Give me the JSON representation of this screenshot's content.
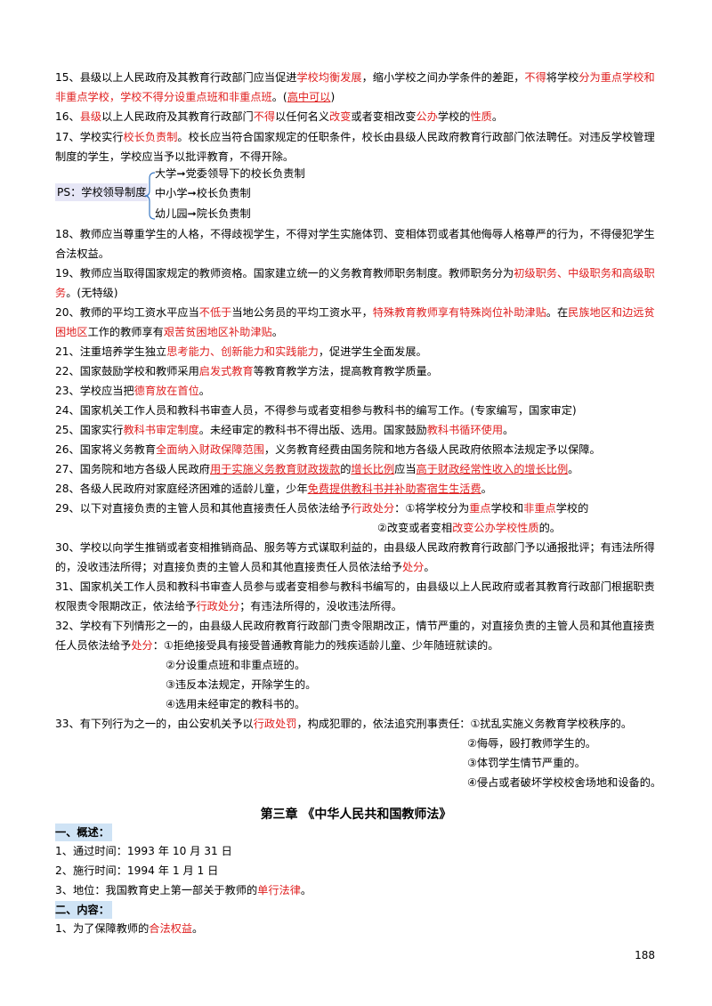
{
  "items": {
    "i15": {
      "l1a": "15、县级以上人民政府及其教育行政部门应当促进",
      "l1b": "学校均衡发展",
      "l1c": "，缩小学校之间办学条件的差距，",
      "l1d": "不得",
      "l1e": "将学校",
      "l1f": "分为重点学校和",
      "l2a": "非重点学校，学校不得分设重点班和非重点班",
      "l2b": "。(",
      "l2c": "高中可以",
      "l2d": ")"
    },
    "i16": {
      "a": "16、",
      "b": "县级",
      "c": "以上人民政府及其教育行政部门",
      "d": "不得",
      "e": "以任何名义",
      "f": "改变",
      "g": "或者变相改变",
      "h": "公办",
      "i": "学校的",
      "j": "性质",
      "k": "。"
    },
    "i17": {
      "l1a": "17、学校实行",
      "l1b": "校长负责制",
      "l1c": "。校长应当符合国家规定的任职条件，校长由县级人民政府教育行政部门依法聘任。对违反学校管理",
      "l2": "制度的学生，学校应当予以批评教育，不得开除。"
    },
    "ps": {
      "label": "PS：学校领导制度",
      "items": [
        "大学➞党委领导下的校长负责制",
        "中小学➞校长负责制",
        "幼儿园➞院长负责制"
      ]
    },
    "i18": {
      "l1": "18、教师应当尊重学生的人格，不得歧视学生，不得对学生实施体罚、变相体罚或者其他侮辱人格尊严的行为，不得侵犯学生",
      "l2": "合法权益。"
    },
    "i19": {
      "l1a": "19、教师应当取得国家规定的教师资格。国家建立统一的义务教育教师职务制度。教师职务分为",
      "l1b": "初级职务、中级职务和高级职",
      "l2a": "务",
      "l2b": "。(无特级)"
    },
    "i20": {
      "l1a": "20、教师的平均工资水平应当",
      "l1b": "不低于",
      "l1c": "当地公务员的平均工资水平，",
      "l1d": "特殊教育教师享有特殊岗位补助津贴",
      "l1e": "。在",
      "l1f": "民族地区和边远贫",
      "l2a": "困地区",
      "l2b": "工作的教师享有",
      "l2c": "艰苦贫困地区补助津贴",
      "l2d": "。"
    },
    "i21": {
      "a": "21、注重培养学生独立",
      "b": "思考能力、创新能力和实践能力",
      "c": "，促进学生全面发展。"
    },
    "i22": {
      "a": "22、国家鼓励学校和教师采用",
      "b": "启发式教育",
      "c": "等教育教学方法，提高教育教学质量。"
    },
    "i23": {
      "a": "23、学校应当把",
      "b": "德育放在首位",
      "c": "。"
    },
    "i24": {
      "a": "24、国家机关工作人员和教科书审查人员，不得参与或者变相参与教科书的编写工作。(专家编写，国家审定)"
    },
    "i25": {
      "a": "25、国家实行",
      "b": "教科书审定制度",
      "c": "。未经审定的教科书不得出版、选用。国家鼓励",
      "d": "教科书循环使用",
      "e": "。"
    },
    "i26": {
      "a": "26、国家将义务教育",
      "b": "全面纳入财政保障范围",
      "c": "，义务教育经费由国务院和地方各级人民政府依照本法规定予以保障。"
    },
    "i27": {
      "a": "27、国务院和地方各级人民政府",
      "b": "用于实施义务教育财政拨款",
      "c": "的",
      "d": "增长比例",
      "e": "应当",
      "f": "高于财政经常性收入的增长比例",
      "g": "。"
    },
    "i28": {
      "a": "28、各级人民政府对家庭经济困难的适龄儿童，少年",
      "b": "免费提供教科书并补助寄宿生生活费",
      "c": "。"
    },
    "i29": {
      "a": "29、以下对直接负责的主管人员和其他直接责任人员依法给予",
      "b": "行政处分",
      "c": "：①将学校分为",
      "d": "重点",
      "e": "学校和",
      "f": "非重点",
      "g": "学校的",
      "h": "②改变或者变相",
      "i": "改变公办学校性质",
      "j": "的。"
    },
    "i30": {
      "l1": "30、学校以向学生推销或者变相推销商品、服务等方式谋取利益的，由县级人民政府教育行政部门予以通报批评；有违法所得",
      "l2a": "的，没收违法所得；对直接负责的主管人员和其他直接责任人员依法给予",
      "l2b": "处分",
      "l2c": "。"
    },
    "i31": {
      "l1": "31、国家机关工作人员和教科书审查人员参与或者变相参与教科书编写的，由县级以上人民政府或者其教育行政部门根据职责",
      "l2a": "权限责令限期改正，依法给予",
      "l2b": "行政处分",
      "l2c": "；有违法所得的，没收违法所得。"
    },
    "i32": {
      "l1": "32、学校有下列情形之一的，由县级人民政府教育行政部门责令限期改正，情节严重的，对直接负责的主管人员和其他直接责",
      "l2a": "任人员依法给予",
      "l2b": "处分",
      "l2c": "：①拒绝接受具有接受普通教育能力的残疾适龄儿童、少年随班就读的。",
      "s2": "②分设重点班和非重点班的。",
      "s3": "③违反本法规定，开除学生的。",
      "s4": "④选用未经审定的教科书的。"
    },
    "i33": {
      "a": "33、有下列行为之一的，由公安机关予以",
      "b": "行政处罚",
      "c": "，构成犯罪的，依法追究刑事责任：①扰乱实施义务教育学校秩序的。",
      "s2": "②侮辱，殴打教师学生的。",
      "s3": "③体罚学生情节严重的。",
      "s4": "④侵占或者破坏学校校舍场地和设备的。"
    }
  },
  "chapter": {
    "title": "第三章 《中华人民共和国教师法》"
  },
  "sec1": {
    "heading": "一、概述：",
    "l1": "1、通过时间：1993 年 10 月 31 日",
    "l2": "2、施行时间：1994 年 1 月 1 日",
    "l3a": "3、地位：我国教育史上第一部关于教师的",
    "l3b": "单行法律",
    "l3c": "。"
  },
  "sec2": {
    "heading": "二、内容：",
    "l1a": "1、为了保障教师的",
    "l1b": "合法权益",
    "l1c": "。"
  },
  "page_number": "188",
  "colors": {
    "emphasis": "#e02020",
    "heading_highlight": "#cfe3f5"
  }
}
